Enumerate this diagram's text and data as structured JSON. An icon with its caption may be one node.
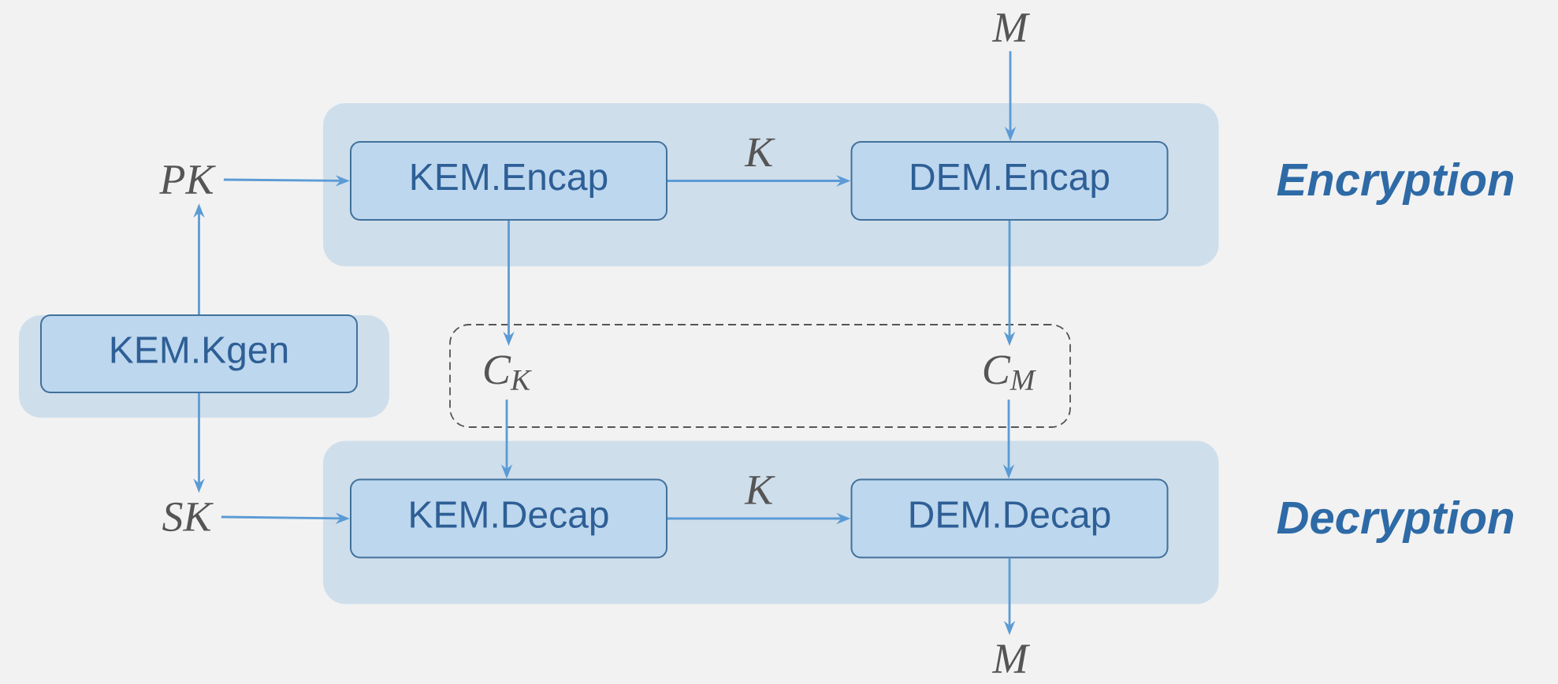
{
  "diagram": {
    "nodes": [
      {
        "text": [
          "M"
        ]
      },
      {
        "text": [
          "Encryption"
        ]
      },
      {
        "text": [
          "PK"
        ]
      },
      {
        "text": [
          "KEM.Encap"
        ],
        "in": 1
      },
      {
        "text": [
          "DEM.Encap"
        ],
        "in": 1
      },
      {
        "text": [],
        "shape": "box"
      },
      {
        "text": [
          "KEM.Kgen"
        ],
        "in": 5
      },
      {
        "text": [],
        "shape": "box"
      },
      {
        "text": [
          "C$_{K}$"
        ],
        "in": 7
      },
      {
        "text": [
          "C$_{M}$"
        ],
        "in": 7
      },
      {
        "text": [
          "Decryption"
        ]
      },
      {
        "text": [
          "SK"
        ]
      },
      {
        "text": [
          "KEM.Decap"
        ],
        "in": 10
      },
      {
        "text": [
          "DEM.Decap"
        ],
        "in": 10
      },
      {
        "text": [
          "M"
        ]
      }
    ],
    "edges": [
      {
        "from": 0,
        "to": 4,
        "arrow": "to"
      },
      {
        "from": 2,
        "to": 3,
        "arrow": "to"
      },
      {
        "from": 3,
        "to": 4,
        "arrow": "to",
        "label": "K"
      },
      {
        "from": 6,
        "to": 2,
        "arrow": "to"
      },
      {
        "from": 6,
        "to": 11,
        "arrow": "to"
      },
      {
        "from": 3,
        "to": 8,
        "arrow": "to"
      },
      {
        "from": 4,
        "to": 9,
        "arrow": "to"
      },
      {
        "from": 8,
        "to": 12,
        "arrow": "to"
      },
      {
        "from": 9,
        "to": 13,
        "arrow": "to"
      },
      {
        "from": 11,
        "to": 12,
        "arrow": "to"
      },
      {
        "from": 12,
        "to": 13,
        "arrow": "to",
        "label": "K"
      },
      {
        "from": 13,
        "to": 14,
        "arrow": "to"
      }
    ]
  }
}
